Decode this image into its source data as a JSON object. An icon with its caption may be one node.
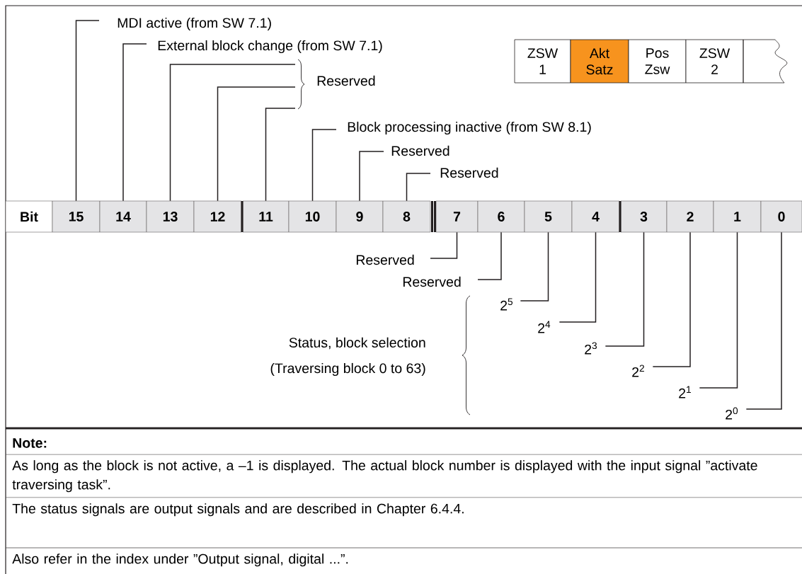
{
  "diagram": {
    "nodes": [
      {
        "text": [
          "MDI active (from SW 7.1)"
        ]
      },
      {
        "text": [
          "External block change (from SW 7.1)"
        ]
      },
      {
        "text": [
          "ZSW 1"
        ]
      },
      {
        "text": [
          "Akt Satz"
        ]
      },
      {
        "text": [
          "Pos Zsw"
        ]
      },
      {
        "text": [
          "ZSW 2"
        ]
      },
      {
        "text": [],
        "shape": "box"
      },
      {
        "text": [
          "Reserved"
        ]
      },
      {
        "text": [
          "Block processing inactive (from SW 8.1)"
        ]
      },
      {
        "text": [
          "Reserved"
        ]
      },
      {
        "text": [
          "Reserved"
        ]
      },
      {
        "text": [
          "Bit"
        ]
      },
      {
        "text": [
          "15"
        ]
      },
      {
        "text": [
          "14"
        ]
      },
      {
        "text": [
          "13"
        ]
      },
      {
        "text": [
          "12"
        ]
      },
      {
        "text": [
          "11"
        ]
      },
      {
        "text": [
          "10"
        ]
      },
      {
        "text": [
          "9"
        ]
      },
      {
        "text": [
          "8"
        ]
      },
      {
        "text": [
          "7"
        ]
      },
      {
        "text": [
          "6"
        ]
      },
      {
        "text": [
          "5"
        ]
      },
      {
        "text": [
          "4"
        ]
      },
      {
        "text": [
          "3"
        ]
      },
      {
        "text": [
          "2"
        ]
      },
      {
        "text": [
          "1"
        ]
      },
      {
        "text": [
          "0"
        ]
      },
      {
        "text": [
          "Reserved"
        ]
      },
      {
        "text": [
          "Reserved"
        ]
      },
      {
        "text": [
          "2$^{5}$"
        ]
      },
      {
        "text": [
          "2$^{4}$"
        ]
      },
      {
        "text": [
          "2$^{3}$"
        ]
      },
      {
        "text": [
          "2$^{2}$"
        ]
      },
      {
        "text": [
          "2$^{1}$"
        ]
      },
      {
        "text": [
          "2$^{0}$"
        ]
      }
    ],
    "edges": [
      {
        "from": 12,
        "to": 0,
        "arrow": "none"
      },
      {
        "from": 13,
        "to": 1,
        "arrow": "none"
      },
      {
        "from": 14,
        "to": 7,
        "arrow": "none"
      },
      {
        "from": 15,
        "to": 7,
        "arrow": "none"
      },
      {
        "from": 16,
        "to": 7,
        "arrow": "none"
      },
      {
        "from": 17,
        "to": 8,
        "arrow": "none"
      },
      {
        "from": 18,
        "to": 9,
        "arrow": "none"
      },
      {
        "from": 19,
        "to": 10,
        "arrow": "none"
      },
      {
        "from": 20,
        "to": 28,
        "arrow": "none"
      },
      {
        "from": 21,
        "to": 29,
        "arrow": "none"
      },
      {
        "from": 22,
        "to": 30,
        "arrow": "none"
      },
      {
        "from": 23,
        "to": 31,
        "arrow": "none"
      },
      {
        "from": 24,
        "to": 32,
        "arrow": "none"
      },
      {
        "from": 25,
        "to": 33,
        "arrow": "none"
      },
      {
        "from": 26,
        "to": 34,
        "arrow": "none"
      },
      {
        "from": 27,
        "to": 35,
        "arrow": "none"
      }
    ],
    "labels": [
      "Status, block selection",
      "(Traversing block 0 to 63)",
      "Note:",
      "As long as the block is not active, a –1 is displayed. The actual block number is displayed with the input signal ”activate traversing task”.",
      "The status signals are output signals and are described in Chapter 6.4.4.",
      "Also refer in the index under ”Output signal, digital ...”."
    ]
  }
}
